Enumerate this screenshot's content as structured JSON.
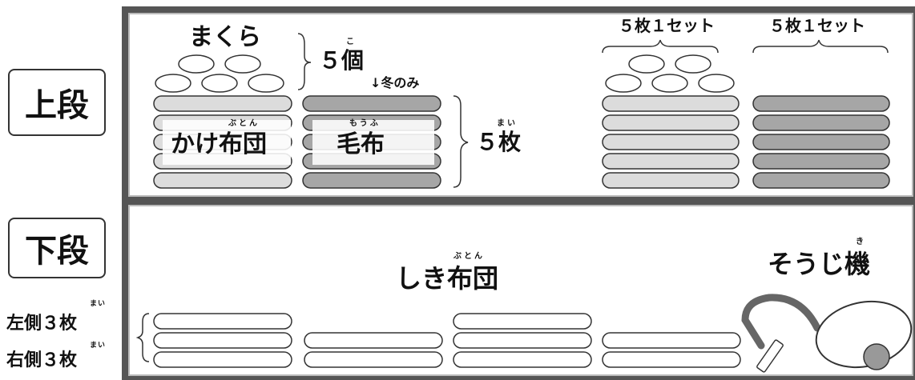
{
  "side": {
    "upper": "上段",
    "lower": "下段",
    "left_count": "左側３枚",
    "right_count": "右側３枚",
    "mai": "まい"
  },
  "upper": {
    "pillow_label": "まくら",
    "pillow_count": "５個",
    "pillow_count_ruby": "こ",
    "winter_only": "↓冬のみ",
    "kake_futon": "かけ布団",
    "kake_futon_ruby": "ぶとん",
    "moufu": "毛布",
    "moufu_ruby": "もうふ",
    "five_mai": "５枚",
    "mai_ruby": "まい",
    "set_label_1": "５枚１セット",
    "set_label_2": "５枚１セット"
  },
  "lower": {
    "shiki_futon": "しき布団",
    "shiki_futon_ruby": "ぶとん",
    "vacuum": "そうじ機",
    "vacuum_ruby": "き"
  },
  "colors": {
    "cabinet": "#555555",
    "futon_light": "#dcdcdc",
    "blanket_dark": "#a6a6a6",
    "outline": "#333333"
  }
}
